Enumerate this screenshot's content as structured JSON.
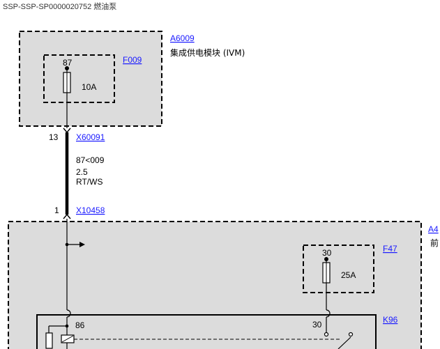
{
  "page": {
    "title": "SSP-SSP-SP0000020752 燃油泵"
  },
  "modules": {
    "a6009": {
      "id": "A6009",
      "name": "集成供电模块 (IVM)"
    },
    "a4": {
      "id": "A4",
      "name": "前"
    }
  },
  "fuses": {
    "f009": {
      "id": "F009",
      "pin": "87",
      "rating": "10A"
    },
    "f47": {
      "id": "F47",
      "pin": "30",
      "rating": "25A"
    }
  },
  "connectors": {
    "x60091": {
      "id": "X60091",
      "pin": "13"
    },
    "x10458": {
      "id": "X10458",
      "pin": "1"
    }
  },
  "wire": {
    "circuit": "87<009",
    "size": "2.5",
    "color": "RT/WS"
  },
  "relay": {
    "id": "K96",
    "pin_left": "86",
    "pin_right": "30"
  }
}
